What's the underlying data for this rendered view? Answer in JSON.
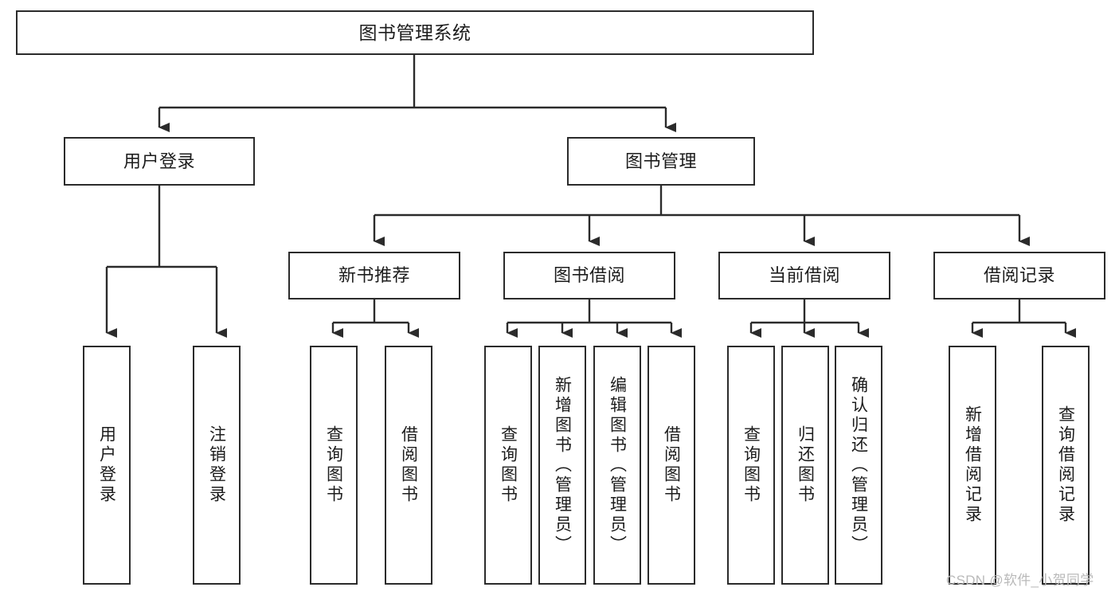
{
  "diagram": {
    "type": "tree-hierarchy",
    "title_node": "图书管理系统",
    "colors": {
      "box_border": "#2b2b2b",
      "box_fill": "#ffffff",
      "line": "#2b2b2b",
      "text": "#1c1c1c",
      "watermark": "#b9b9b9",
      "background": "#ffffff"
    },
    "levels": {
      "level1": [
        {
          "id": "root",
          "label": "图书管理系统"
        }
      ],
      "level2": [
        {
          "id": "user-login",
          "label": "用户登录"
        },
        {
          "id": "book-manage",
          "label": "图书管理"
        }
      ],
      "level3": [
        {
          "id": "new-book-recommend",
          "label": "新书推荐"
        },
        {
          "id": "book-borrow",
          "label": "图书借阅"
        },
        {
          "id": "current-borrow",
          "label": "当前借阅"
        },
        {
          "id": "borrow-record",
          "label": "借阅记录"
        }
      ],
      "level4": [
        {
          "id": "leaf-user-login",
          "label": "用户登录",
          "parent": "user-login"
        },
        {
          "id": "leaf-logout",
          "label": "注销登录",
          "parent": "user-login"
        },
        {
          "id": "leaf-query-book-1",
          "label": "查询图书",
          "parent": "new-book-recommend"
        },
        {
          "id": "leaf-borrow-book-1",
          "label": "借阅图书",
          "parent": "new-book-recommend"
        },
        {
          "id": "leaf-query-book-2",
          "label": "查询图书",
          "parent": "book-borrow"
        },
        {
          "id": "leaf-add-book",
          "label": "新增图书（管理员）",
          "parent": "book-borrow"
        },
        {
          "id": "leaf-edit-book",
          "label": "编辑图书（管理员）",
          "parent": "book-borrow"
        },
        {
          "id": "leaf-borrow-book-2",
          "label": "借阅图书",
          "parent": "book-borrow"
        },
        {
          "id": "leaf-query-book-3",
          "label": "查询图书",
          "parent": "current-borrow"
        },
        {
          "id": "leaf-return-book",
          "label": "归还图书",
          "parent": "current-borrow"
        },
        {
          "id": "leaf-confirm-return",
          "label": "确认归还（管理员）",
          "parent": "current-borrow"
        },
        {
          "id": "leaf-add-record",
          "label": "新增借阅记录",
          "parent": "borrow-record"
        },
        {
          "id": "leaf-query-record",
          "label": "查询借阅记录",
          "parent": "borrow-record"
        }
      ]
    }
  },
  "watermark": {
    "text": "CSDN @软件_小贺同学"
  }
}
